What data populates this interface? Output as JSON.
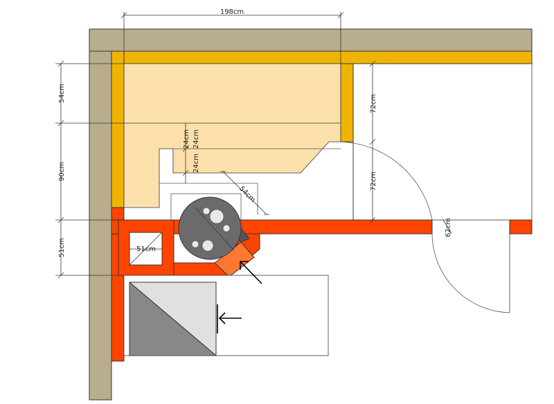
{
  "colors": {
    "outer_wall": "#b8ad8e",
    "yellow_wall": "#f0b400",
    "sauna_floor": "#fbe0ab",
    "orange_wall": "#ff4400",
    "orange_light": "#ff7733",
    "stove": "#6b6b6b",
    "stones": "#e8e8e8",
    "shower_dark": "#888888",
    "shower_light": "#e0e0e0",
    "stroke": "#333333"
  },
  "icons": {
    "arrow_1": "arrow-icon",
    "arrow_2": "arrow-icon"
  },
  "dimensions": {
    "top_width": "198cm",
    "left_upper": "54cm",
    "left_middle": "90cm",
    "left_lower": "51cm",
    "right_upper": "72cm",
    "right_lower": "72cm",
    "bench_step_a": "24cm",
    "bench_step_b": "24cm",
    "bench_step_c": "24cm",
    "stove_diagonal": "54cm",
    "small_box_width": "51cm",
    "door_gap": "62cm"
  }
}
